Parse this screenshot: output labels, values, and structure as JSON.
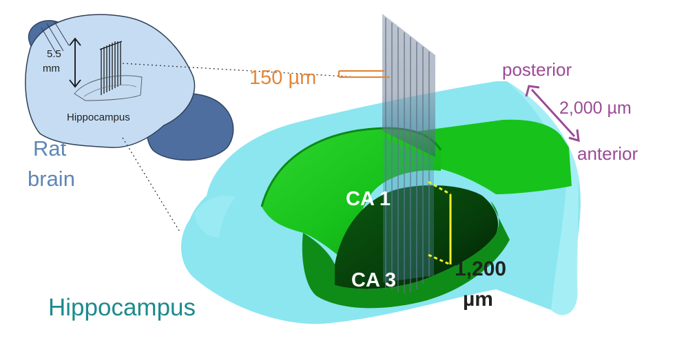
{
  "labels": {
    "depth_value": "5.5",
    "depth_unit": "mm",
    "inset_region": "Hippocampus",
    "rat_line1": "Rat",
    "rat_line2": "brain",
    "spacing": "150 µm",
    "posterior": "posterior",
    "anterior": "anterior",
    "length": "2,000 µm",
    "ca1": "CA 1",
    "ca3": "CA 3",
    "thickness_value": "1,200",
    "thickness_unit": "µm",
    "main_region": "Hippocampus"
  },
  "colors": {
    "brain_fill": "#c5dcf3",
    "brain_dark": "#4e6e9f",
    "rat_label": "#5f86b5",
    "tissue": "#8be6f0",
    "tissue_edge": "#a8eef5",
    "hippocampus_green": "#17c21b",
    "hippocampus_dark": "#0b6a12",
    "spacing_orange": "#e3873a",
    "axis_purple": "#9b4a94",
    "thickness_yellow": "#f2ee23",
    "main_label_teal": "#1d8a8c",
    "ca_white": "#ffffff",
    "probe_gray": "#8e9aac"
  },
  "probe": {
    "shank_count": 8
  }
}
